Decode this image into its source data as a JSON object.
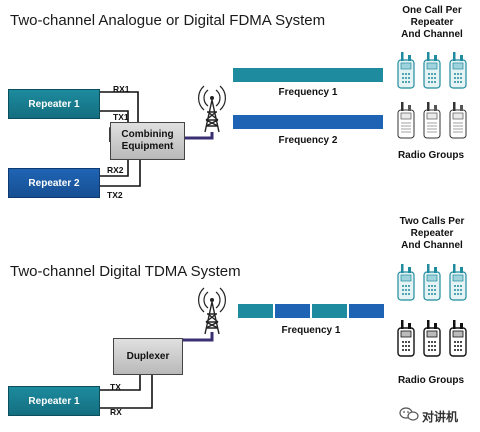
{
  "fdma": {
    "title": "Two-channel Analogue or Digital FDMA System",
    "repeater1": "Repeater 1",
    "repeater2": "Repeater 2",
    "combiner_line1": "Combining",
    "combiner_line2": "Equipment",
    "rx1": "RX1",
    "tx1": "TX1",
    "rx2": "RX2",
    "tx2": "TX2",
    "frequency1": "Frequency 1",
    "frequency2": "Frequency 2",
    "calls_line1": "One Call Per",
    "calls_line2": "Repeater",
    "calls_line3": "And Channel",
    "radio_groups": "Radio Groups"
  },
  "tdma": {
    "title": "Two-channel Digital TDMA System",
    "repeater1": "Repeater 1",
    "duplexer": "Duplexer",
    "tx": "TX",
    "rx": "RX",
    "frequency1": "Frequency 1",
    "calls_line1": "Two Calls Per",
    "calls_line2": "Repeater",
    "calls_line3": "And Channel",
    "radio_groups": "Radio Groups"
  },
  "watermark": "对讲机",
  "colors": {
    "teal": "#1e8b9e",
    "blue": "#1f64b4",
    "equipment_grey": "#c8c8c8",
    "cable": "#3a2f73"
  },
  "icons": [
    "antenna-tower-icon",
    "handheld-radio-icon",
    "wechat-logo-icon"
  ]
}
